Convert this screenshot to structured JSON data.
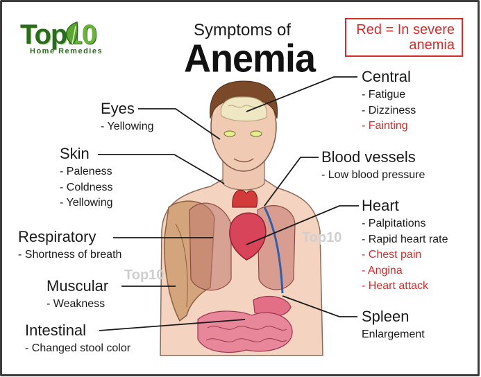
{
  "logo": {
    "brand_top": "Top",
    "brand_num": "10",
    "brand_sub": "Home Remedies",
    "watermark": "Top10"
  },
  "title": {
    "line1": "Symptoms of",
    "line2": "Anemia"
  },
  "legend": {
    "line1": "Red = In severe",
    "line2": "anemia"
  },
  "colors": {
    "red": "#d62b2b",
    "text": "#1a1a1a",
    "logo_green": "#4a8b2c",
    "border": "#3c3c3c"
  },
  "groups": [
    {
      "id": "eyes",
      "heading": "Eyes",
      "items": [
        {
          "text": "- Yellowing",
          "severe": false
        }
      ]
    },
    {
      "id": "skin",
      "heading": "Skin",
      "items": [
        {
          "text": "- Paleness",
          "severe": false
        },
        {
          "text": "- Coldness",
          "severe": false
        },
        {
          "text": "- Yellowing",
          "severe": false
        }
      ]
    },
    {
      "id": "respiratory",
      "heading": "Respiratory",
      "items": [
        {
          "text": "- Shortness of breath",
          "severe": false
        }
      ]
    },
    {
      "id": "muscular",
      "heading": "Muscular",
      "items": [
        {
          "text": "- Weakness",
          "severe": false
        }
      ]
    },
    {
      "id": "intestinal",
      "heading": "Intestinal",
      "items": [
        {
          "text": "- Changed stool color",
          "severe": false
        }
      ]
    },
    {
      "id": "central",
      "heading": "Central",
      "items": [
        {
          "text": "- Fatigue",
          "severe": false
        },
        {
          "text": "- Dizziness",
          "severe": false
        },
        {
          "text": "- Fainting",
          "severe": true
        }
      ]
    },
    {
      "id": "blood-vessels",
      "heading": "Blood vessels",
      "items": [
        {
          "text": "- Low blood pressure",
          "severe": false
        }
      ]
    },
    {
      "id": "heart",
      "heading": "Heart",
      "items": [
        {
          "text": "- Palpitations",
          "severe": false
        },
        {
          "text": "- Rapid heart rate",
          "severe": false
        },
        {
          "text": "- Chest pain",
          "severe": true
        },
        {
          "text": "- Angina",
          "severe": true
        },
        {
          "text": "- Heart attack",
          "severe": true
        }
      ]
    },
    {
      "id": "spleen",
      "heading": "Spleen",
      "items": [
        {
          "text": "Enlargement",
          "severe": false
        }
      ]
    }
  ]
}
